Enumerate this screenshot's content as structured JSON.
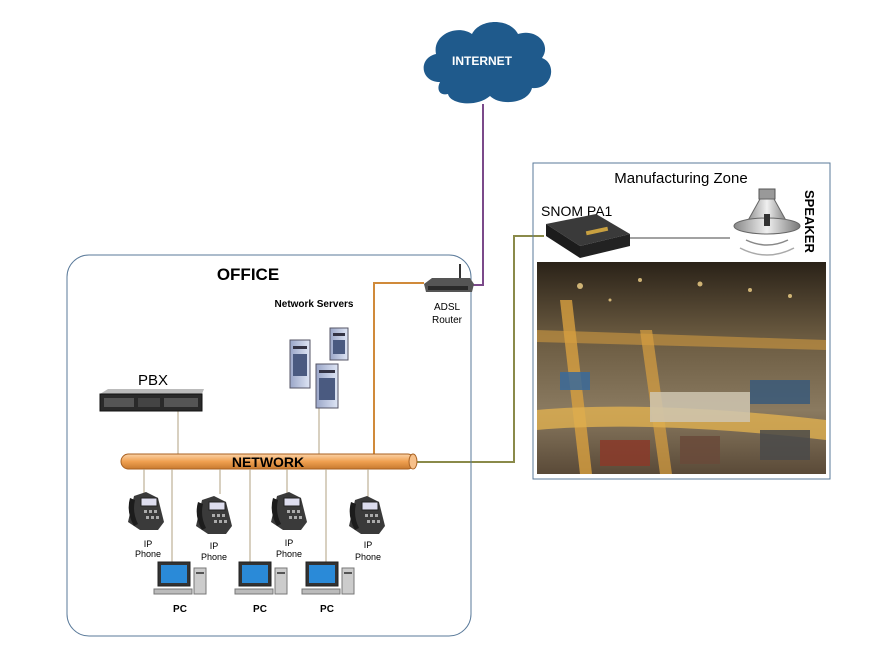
{
  "cloud": {
    "label": "INTERNET"
  },
  "office": {
    "title": "OFFICE",
    "servers_label": "Network Servers",
    "pbx_label": "PBX",
    "router_label_1": "ADSL",
    "router_label_2": "Router",
    "network_label": "NETWORK",
    "phones": [
      {
        "line1": "IP",
        "line2": "Phone"
      },
      {
        "line1": "IP",
        "line2": "Phone"
      },
      {
        "line1": "IP",
        "line2": "Phone"
      },
      {
        "line1": "IP",
        "line2": "Phone"
      }
    ],
    "pcs": [
      {
        "label": "PC"
      },
      {
        "label": "PC"
      },
      {
        "label": "PC"
      }
    ]
  },
  "manufacturing": {
    "title": "Manufacturing Zone",
    "device_label": "SNOM PA1",
    "speaker_label": "SPEAKER"
  },
  "colors": {
    "cloud": "#1f5a8c",
    "network_bar": "#f0a050",
    "office_border": "#5a7a9a",
    "link_internet": "#7b4a8a",
    "link_router": "#d08a3a",
    "link_manufacturing": "#8a8a4a"
  }
}
